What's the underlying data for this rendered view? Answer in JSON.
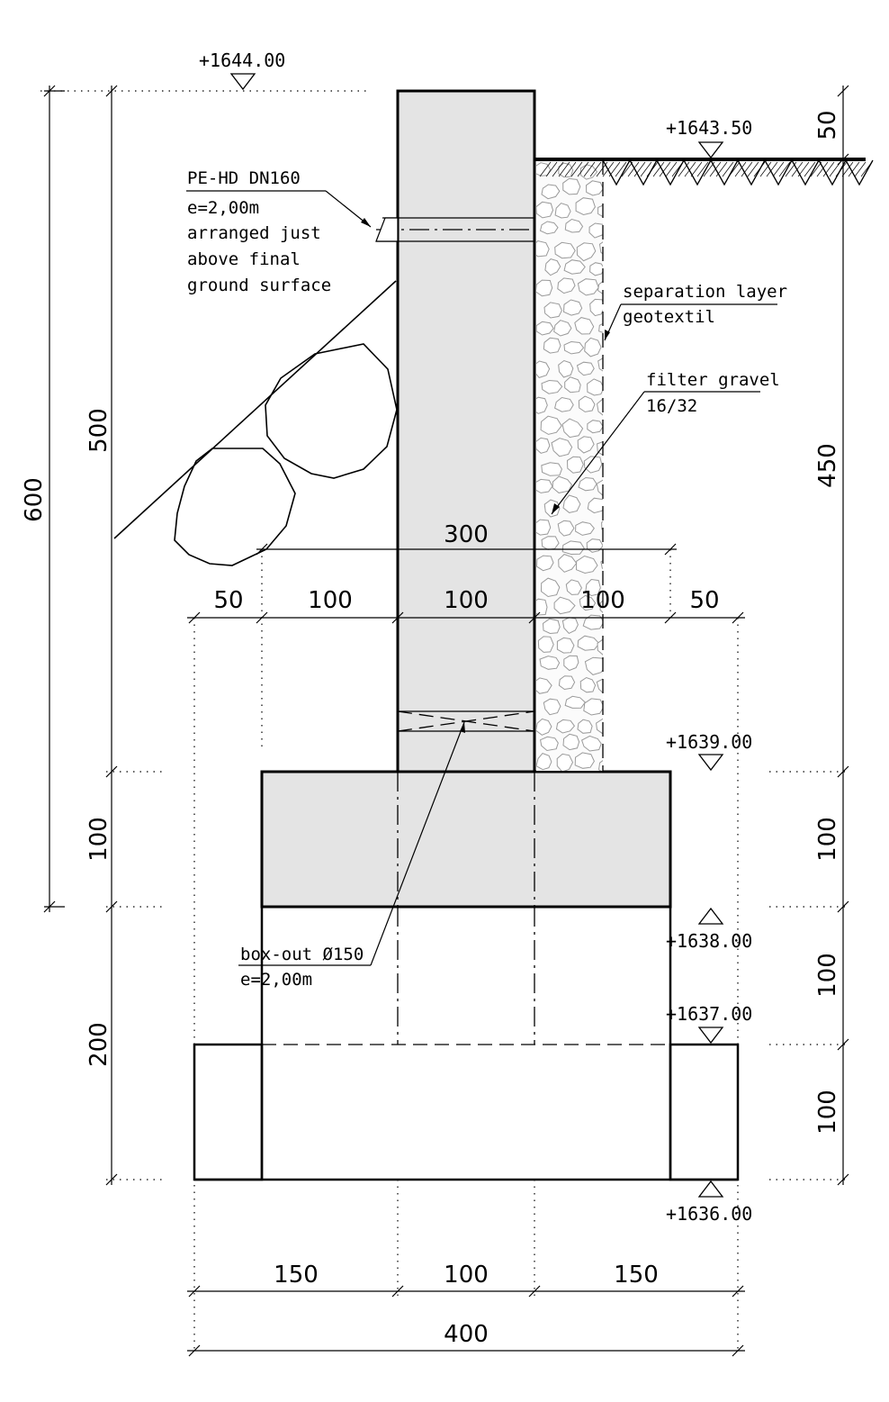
{
  "levels": {
    "top_wall": "+1644.00",
    "ground_right": "+1643.50",
    "top_base": "+1639.00",
    "bottom_base": "+1638.00",
    "step": "+1637.00",
    "bottom": "+1636.00"
  },
  "dimensions": {
    "left_total": "600",
    "left_wall": "500",
    "left_base": "100",
    "left_found": "200",
    "right_top": "50",
    "right_wall": "450",
    "right_base": "100",
    "right_mid": "100",
    "right_low": "100",
    "upper_width": "300",
    "row_a": "50",
    "row_b": "100",
    "row_c": "100",
    "row_d": "100",
    "row_e": "50",
    "bottom_a": "150",
    "bottom_b": "100",
    "bottom_c": "150",
    "bottom_total": "400"
  },
  "notes": {
    "pipe": [
      "PE-HD DN160",
      "e=2,00m",
      "arranged just",
      "above final",
      "ground surface"
    ],
    "separation": [
      "separation layer",
      "geotextil"
    ],
    "gravel": [
      "filter gravel",
      "16/32"
    ],
    "boxout": [
      "box-out Ø150",
      "e=2,00m"
    ]
  },
  "colors": {
    "concrete_fill": "#e4e4e4",
    "line": "#000000",
    "stone_outline": "#9a9a9a"
  }
}
